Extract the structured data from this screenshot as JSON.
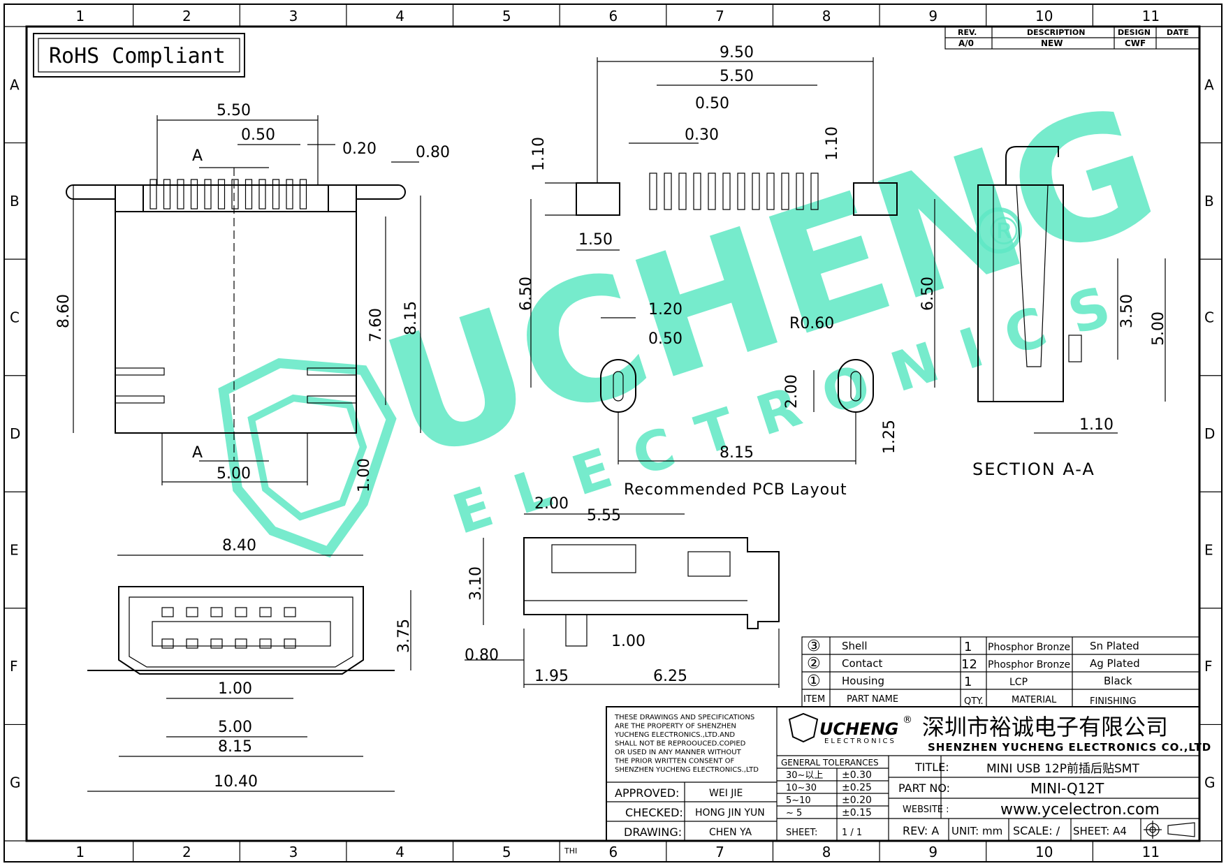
{
  "sheet": {
    "col_labels": [
      "1",
      "2",
      "3",
      "4",
      "5",
      "6",
      "7",
      "8",
      "9",
      "10",
      "11"
    ],
    "row_labels": [
      "A",
      "B",
      "C",
      "D",
      "E",
      "F",
      "G"
    ]
  },
  "rohs": "RoHS Compliant",
  "revision_table": {
    "headers": [
      "REV.",
      "DESCRIPTION",
      "DESIGN",
      "DATE"
    ],
    "row": [
      "A/0",
      "NEW",
      "CWF",
      ""
    ]
  },
  "watermark": {
    "main": "UCHENG",
    "sub": "ELECTRONICS",
    "mark": "®"
  },
  "top_view": {
    "dims": [
      "5.50",
      "0.50",
      "0.20",
      "0.80",
      "8.60",
      "7.60",
      "8.15",
      "5.00",
      "1.00"
    ],
    "section_marks": [
      "A",
      "A"
    ]
  },
  "pcb_layout": {
    "dims": [
      "9.50",
      "5.50",
      "0.50",
      "0.30",
      "1.10",
      "1.10",
      "1.50",
      "6.50",
      "6.50",
      "1.20",
      "0.50",
      "R0.60",
      "2.00",
      "8.15",
      "1.25"
    ],
    "caption": "Recommended PCB Layout"
  },
  "section": {
    "dims": [
      "3.50",
      "5.00",
      "1.10"
    ],
    "caption": "SECTION A-A"
  },
  "front_view": {
    "dims": [
      "8.40",
      "3.75",
      "1.00",
      "5.00",
      "8.15",
      "10.40"
    ]
  },
  "side_view": {
    "dims": [
      "2.00",
      "5.55",
      "3.10",
      "0.80",
      "1.00",
      "1.95",
      "6.25"
    ]
  },
  "bom": {
    "rows": [
      {
        "item": "③",
        "part": "Shell",
        "qty": "1",
        "material": "Phosphor Bronze",
        "finishing": "Sn Plated"
      },
      {
        "item": "②",
        "part": "Contact",
        "qty": "12",
        "material": "Phosphor Bronze",
        "finishing": "Ag Plated"
      },
      {
        "item": "①",
        "part": "Housing",
        "qty": "1",
        "material": "LCP",
        "finishing": "Black"
      }
    ],
    "headers": {
      "item": "ITEM",
      "part": "PART NAME",
      "qty": "QTY.",
      "material": "MATERIAL",
      "finishing": "FINISHING"
    }
  },
  "title_block": {
    "notice": [
      "THESE DRAWINGS AND SPECIFICATIONS",
      "ARE THE PROPERTY OF SHENZHEN",
      "YUCHENG ELECTRONICS.,LTD.AND",
      "SHALL NOT BE REPROOUCED.COPIED",
      "OR USED IN ANY MANNER WITHOUT",
      "THE PRIOR WRITTEN CONSENT OF",
      "SHENZHEN YUCHENG ELECTRONICS.,LTD"
    ],
    "logo_main": "UCHENG",
    "logo_sub": "ELECTRONICS",
    "logo_reg": "®",
    "company_cn": "深圳市裕诚电子有限公司",
    "company_en": "SHENZHEN YUCHENG ELECTRONICS CO.,LTD",
    "tolerances_title": "GENERAL TOLERANCES",
    "tolerances": [
      [
        "30~以上",
        "±0.30"
      ],
      [
        "10~30",
        "±0.25"
      ],
      [
        "5~10",
        "±0.20"
      ],
      [
        "~ 5",
        "±0.15"
      ]
    ],
    "sheet_label": "SHEET:",
    "sheet_value": "1 / 1",
    "approved_label": "APPROVED:",
    "approved": "WEI JIE",
    "checked_label": "CHECKED:",
    "checked": "HONG JIN YUN",
    "drawing_label": "DRAWING:",
    "drawing": "CHEN YA",
    "title_label": "TITLE:",
    "title": "MINI USB 12P前插后贴SMT",
    "part_label": "PART NO:",
    "part_no": "MINI-Q12T",
    "website_label": "WEBSITE :",
    "website": "www.ycelectron.com",
    "rev": "REV: A",
    "unit": "UNIT: mm",
    "scale": "SCALE: /",
    "sheet_size": "SHEET: A4",
    "thi": "THI"
  }
}
